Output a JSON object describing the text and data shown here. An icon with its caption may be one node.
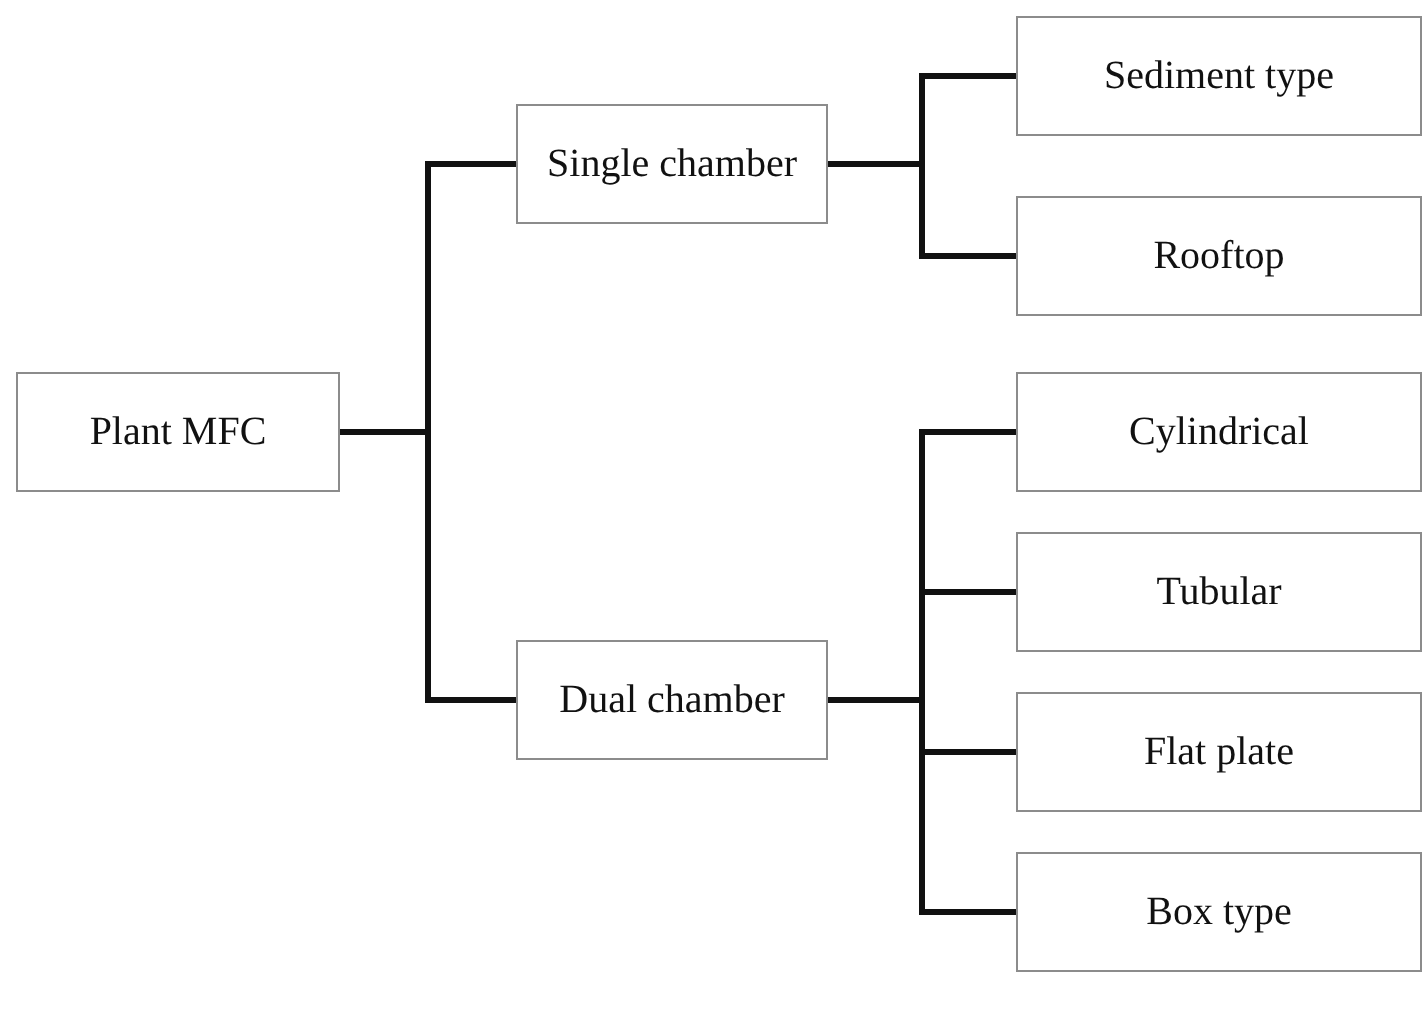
{
  "diagram": {
    "nodes": [
      {
        "text": [
          "Plant MFC"
        ]
      },
      {
        "text": [
          "Single chamber"
        ]
      },
      {
        "text": [
          "Dual chamber"
        ]
      },
      {
        "text": [
          "Sediment type"
        ]
      },
      {
        "text": [
          "Rooftop"
        ]
      },
      {
        "text": [
          "Cylindrical"
        ]
      },
      {
        "text": [
          "Tubular"
        ]
      },
      {
        "text": [
          "Flat plate"
        ]
      },
      {
        "text": [
          "Box type"
        ]
      }
    ],
    "edges": [
      {
        "from": 0,
        "to": 1,
        "arrow": "none"
      },
      {
        "from": 0,
        "to": 2,
        "arrow": "none"
      },
      {
        "from": 1,
        "to": 3,
        "arrow": "none"
      },
      {
        "from": 1,
        "to": 4,
        "arrow": "none"
      },
      {
        "from": 2,
        "to": 5,
        "arrow": "none"
      },
      {
        "from": 2,
        "to": 6,
        "arrow": "none"
      },
      {
        "from": 2,
        "to": 7,
        "arrow": "none"
      },
      {
        "from": 2,
        "to": 8,
        "arrow": "none"
      }
    ]
  }
}
